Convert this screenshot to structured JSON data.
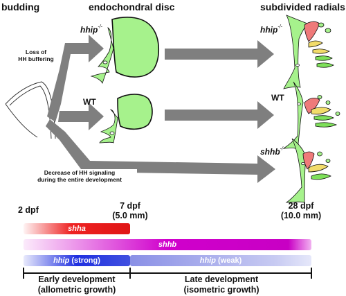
{
  "headers": {
    "budding": "budding",
    "endochondral": "endochondral disc",
    "subdivided": "subdivided radials"
  },
  "annotations": {
    "loss": "Loss of\nHH buffering",
    "decrease": "Decrease of HH signaling\nduring the entire development"
  },
  "genotypes": {
    "hhip": "hhip",
    "shhb": "shhb",
    "mut_suffix": "-/-",
    "wt": "WT"
  },
  "ages": {
    "start": "2 dpf",
    "mid_day": "7 dpf",
    "mid_size": "(5.0 mm)",
    "end_day": "28 dpf",
    "end_size": "(10.0 mm)"
  },
  "expression_bars": [
    {
      "gene": "shha",
      "qualifier": "",
      "color": "#ee2222"
    },
    {
      "gene": "shhb",
      "qualifier": "",
      "color": "#d000cc"
    },
    {
      "gene": "hhip",
      "qualifier": "(strong)",
      "color": "#2030e0"
    },
    {
      "gene": "hhip",
      "qualifier": "(weak)",
      "color": "#9aa0e8"
    }
  ],
  "phases": {
    "early": "Early development",
    "early_sub": "(allometric growth)",
    "late": "Late development",
    "late_sub": "(isometric growth)"
  },
  "colors": {
    "arrow": "#7f7f7f",
    "tissue": "#a6f28c",
    "radial_red": "#ef7a7a",
    "radial_yellow": "#f2dc6a",
    "radial_green": "#7ee05a"
  }
}
